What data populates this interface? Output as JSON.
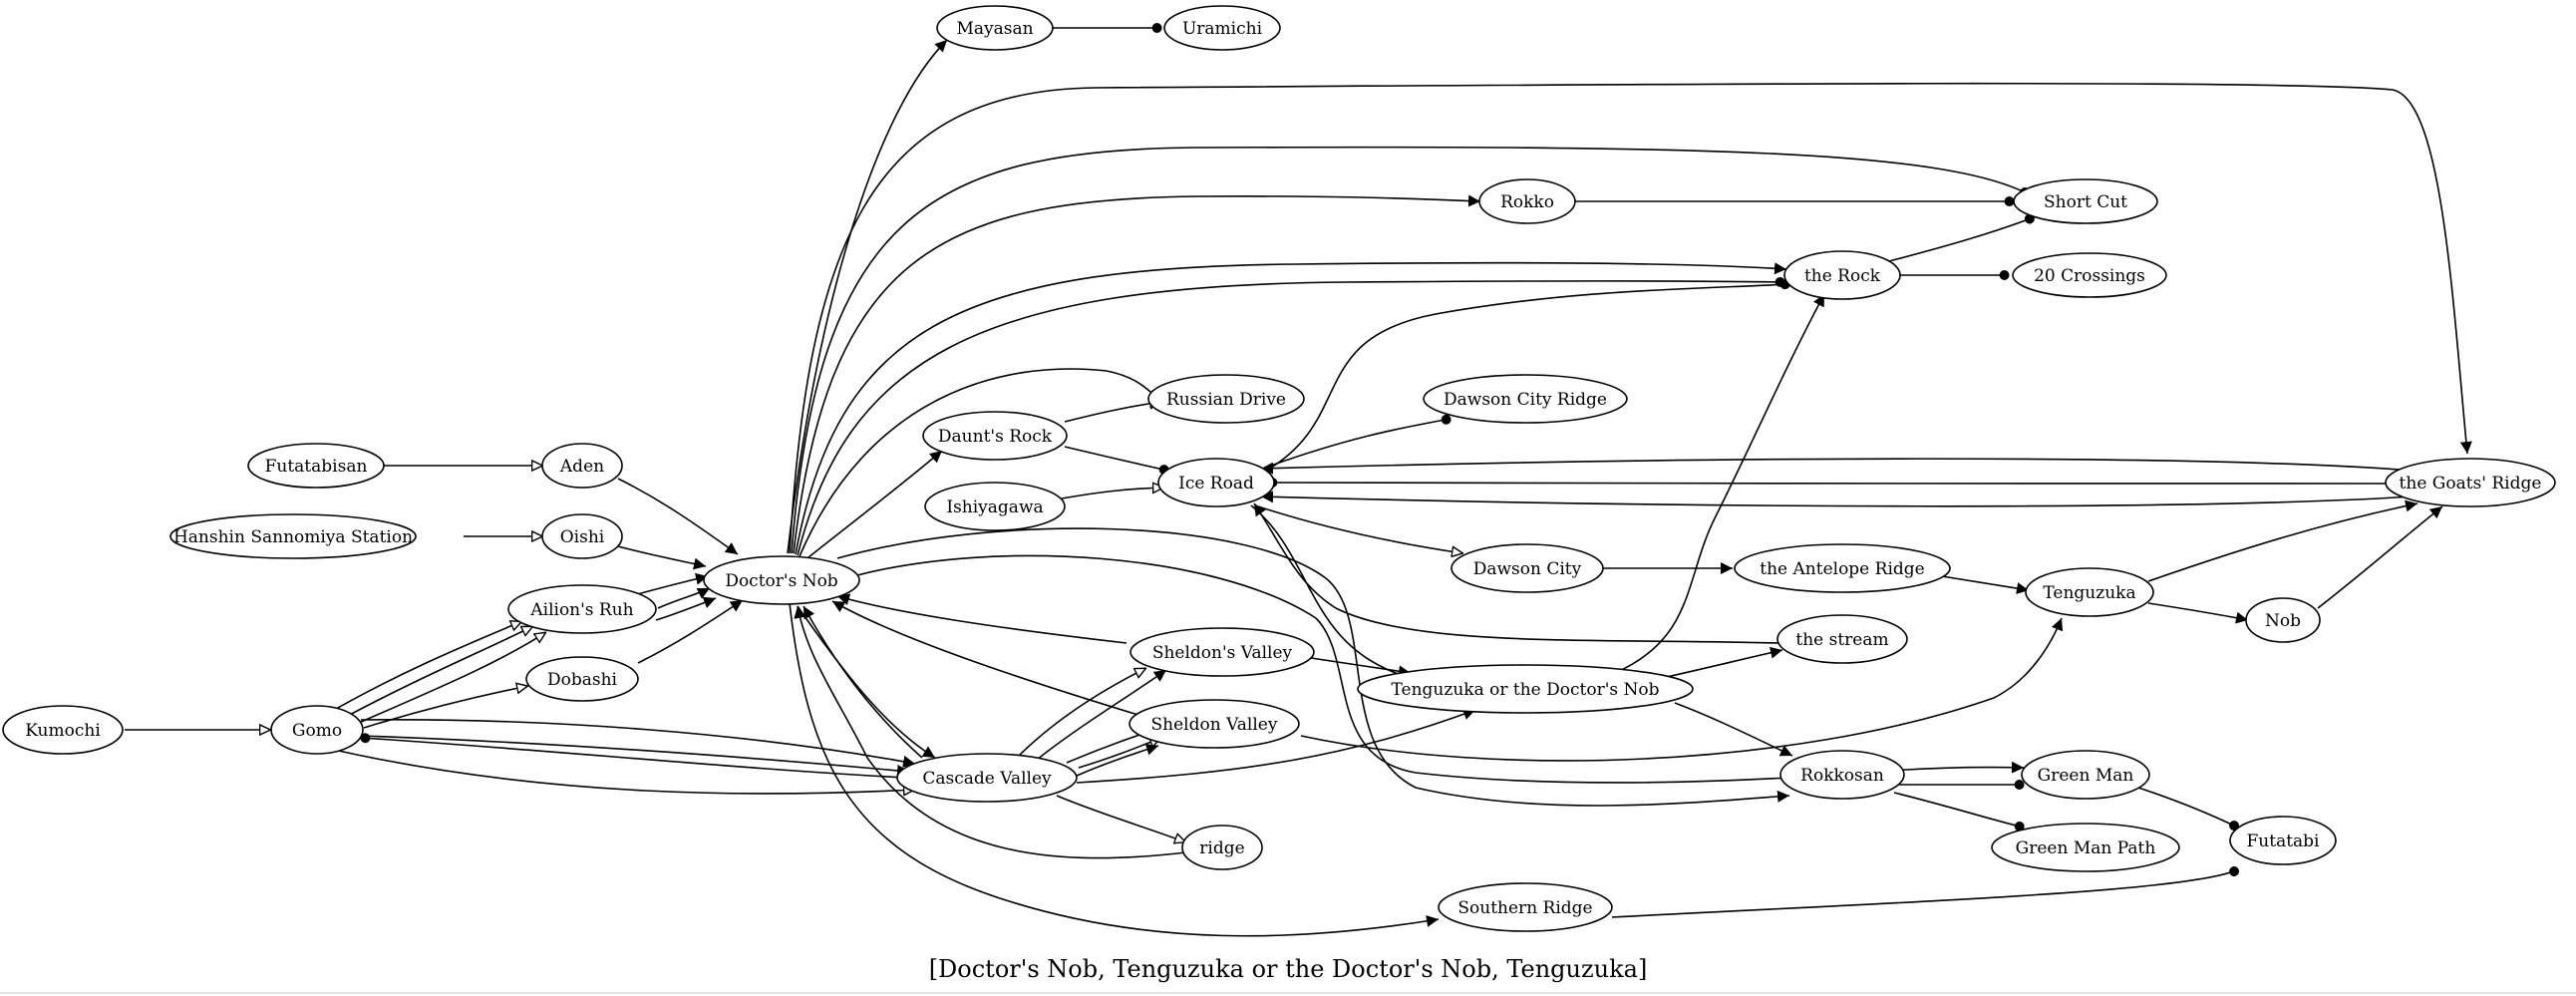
{
  "caption": "[Doctor's Nob, Tenguzuka or the Doctor's Nob, Tenguzuka]",
  "nodes": {
    "mayasan": "Mayasan",
    "uramichi": "Uramichi",
    "rokko": "Rokko",
    "short_cut": "Short Cut",
    "the_rock": "the Rock",
    "twenty_crossings": "20 Crossings",
    "russian_drive": "Russian Drive",
    "dawson_city_ridge": "Dawson City Ridge",
    "daunts_rock": "Daunt's Rock",
    "ice_road": "Ice Road",
    "the_goats_ridge": "the Goats' Ridge",
    "futatabisan": "Futatabisan",
    "aden": "Aden",
    "ishiyagawa": "Ishiyagawa",
    "hanshin": "Hanshin Sannomiya Station",
    "oishi": "Oishi",
    "dawson_city": "Dawson City",
    "the_antelope_ridge": "the Antelope Ridge",
    "doctors_nob": "Doctor's Nob",
    "tenguzuka": "Tenguzuka",
    "ailions_ruh": "Ailion's Ruh",
    "nob": "Nob",
    "the_stream": "the stream",
    "sheldons_valley": "Sheldon's Valley",
    "dobashi": "Dobashi",
    "tenguzuka_or_doctors_nob": "Tenguzuka or the Doctor's Nob",
    "kumochi": "Kumochi",
    "gomo": "Gomo",
    "sheldon_valley": "Sheldon Valley",
    "cascade_valley": "Cascade Valley",
    "rokkosan": "Rokkosan",
    "green_man": "Green Man",
    "green_man_path": "Green Man Path",
    "futatabi": "Futatabi",
    "ridge": "ridge",
    "southern_ridge": "Southern Ridge"
  }
}
